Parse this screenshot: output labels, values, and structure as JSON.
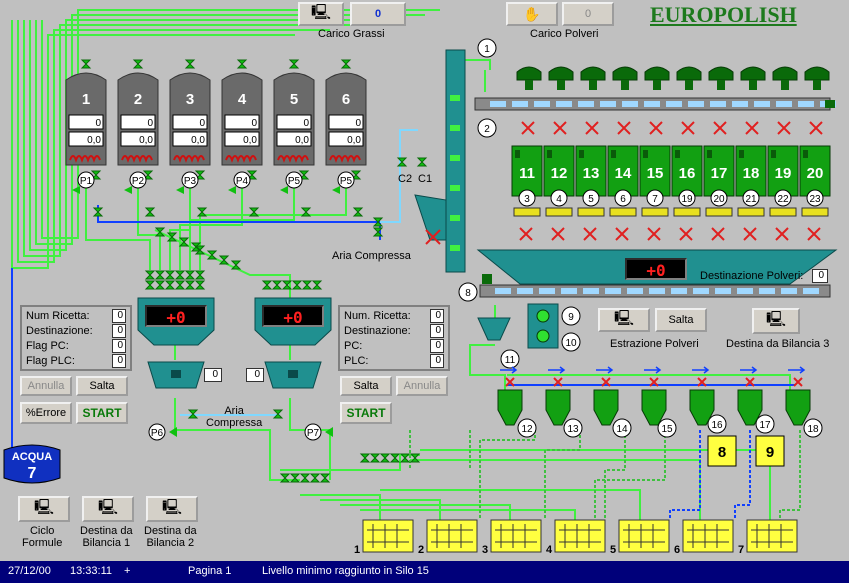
{
  "header": {
    "title": "EUROPOLISH",
    "carico_grassi": {
      "label": "Carico Grassi",
      "value": "0"
    },
    "carico_polveri": {
      "label": "Carico Polveri",
      "value": "0"
    }
  },
  "silos": [
    {
      "num": "1",
      "val1": "0",
      "val2": "0,0",
      "pump": "P1"
    },
    {
      "num": "2",
      "val1": "0",
      "val2": "0,0",
      "pump": "P2"
    },
    {
      "num": "3",
      "val1": "0",
      "val2": "0,0",
      "pump": "P3"
    },
    {
      "num": "4",
      "val1": "0",
      "val2": "0,0",
      "pump": "P4"
    },
    {
      "num": "5",
      "val1": "0",
      "val2": "0,0",
      "pump": "P5"
    },
    {
      "num": "6",
      "val1": "0",
      "val2": "0,0",
      "pump": "P5"
    }
  ],
  "valves_top": [
    "C2",
    "C1"
  ],
  "aria_compressa_1": "Aria Compressa",
  "aria_compressa_2": "Aria\nCompressa",
  "powder_silos": [
    {
      "num": "11",
      "sub": "3"
    },
    {
      "num": "12",
      "sub": "4"
    },
    {
      "num": "13",
      "sub": "5"
    },
    {
      "num": "14",
      "sub": "6"
    },
    {
      "num": "15",
      "sub": "7"
    },
    {
      "num": "16",
      "sub": "19"
    },
    {
      "num": "17",
      "sub": "20"
    },
    {
      "num": "18",
      "sub": "21"
    },
    {
      "num": "19",
      "sub": "22"
    },
    {
      "num": "20",
      "sub": "23"
    }
  ],
  "markers": [
    "1",
    "2",
    "8",
    "9",
    "10",
    "11",
    "12",
    "13",
    "14",
    "15",
    "16",
    "17",
    "18"
  ],
  "powder_display": "+0",
  "destinazione_polveri": {
    "label": "Destinazione Polveri:",
    "value": "0"
  },
  "scale_left": {
    "display": "+0",
    "value": "0"
  },
  "scale_right": {
    "display": "+0",
    "value": "0"
  },
  "pumps_lower": [
    "P6",
    "P7"
  ],
  "left_panel": {
    "rows": [
      {
        "label": "Num Ricetta:",
        "value": "0"
      },
      {
        "label": "Destinazione:",
        "value": "0"
      },
      {
        "label": "Flag PC:",
        "value": "0"
      },
      {
        "label": "Flag PLC:",
        "value": "0"
      }
    ],
    "btn_annulla": "Annulla",
    "btn_salta": "Salta",
    "btn_errore": "%Errore",
    "btn_start": "START"
  },
  "right_panel": {
    "rows": [
      {
        "label": "Num. Ricetta:",
        "value": "0"
      },
      {
        "label": "Destinazione:",
        "value": "0"
      },
      {
        "label": "PC:",
        "value": "0"
      },
      {
        "label": "PLC:",
        "value": "0"
      }
    ],
    "btn_salta": "Salta",
    "btn_annulla": "Annulla",
    "btn_start": "START"
  },
  "estrazione": {
    "label": "Estrazione Polveri",
    "salta": "Salta"
  },
  "destina_b3": "Destina da Bilancia 3",
  "acqua": {
    "label": "ACQUA",
    "value": "7"
  },
  "bottom_buttons": [
    {
      "label": "Ciclo\nFormule"
    },
    {
      "label": "Destina da\nBilancia 1"
    },
    {
      "label": "Destina da\nBilancia 2"
    }
  ],
  "tank_tags": [
    "8",
    "9"
  ],
  "destinations": [
    "1",
    "2",
    "3",
    "4",
    "5",
    "6",
    "7"
  ],
  "status": {
    "date": "27/12/00",
    "time": "13:33:11",
    "plus": "+",
    "page": "Pagina 1",
    "message": "Livello minimo raggiunto in Silo 15"
  },
  "colors": {
    "bg": "#c0c0c0",
    "pipe_green": "#40f040",
    "pipe_blue": "#1040ff",
    "pipe_cyan": "#7fd8ff",
    "silo_green": "#12a012",
    "accent_title": "#1d7a1d",
    "status_bar": "#00007a"
  }
}
